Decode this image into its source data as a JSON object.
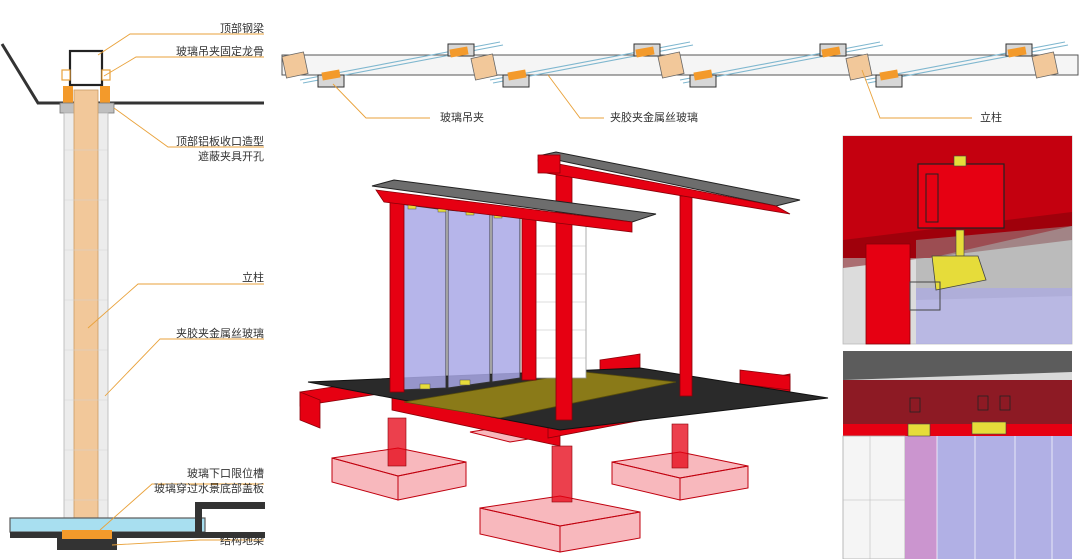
{
  "labels": {
    "section": {
      "top_steel_beam": "顶部钢梁",
      "clip_fixing_keel": "玻璃吊夹固定龙骨",
      "aluminum_trim_line1": "顶部铝板收口造型",
      "aluminum_trim_line2": "遮蔽夹具开孔",
      "column": "立柱",
      "laminated_glass": "夹胶夹金属丝玻璃",
      "bottom_slot_line1": "玻璃下口限位槽",
      "bottom_slot_line2": "玻璃穿过水景底部盖板",
      "ground_beam": "结构地梁"
    },
    "plan": {
      "glass_clip": "玻璃吊夹",
      "laminated_glass": "夹胶夹金属丝玻璃",
      "column": "立柱"
    }
  },
  "colors": {
    "leader": "#e9a23b",
    "steel_red": "#e60012",
    "glass_tint": "#a9a8e6",
    "clip_yellow": "#e6dc3a",
    "clip_orange": "#f39a2b",
    "water_blue": "#a8dff0",
    "column_fill": "#f2c89a"
  }
}
